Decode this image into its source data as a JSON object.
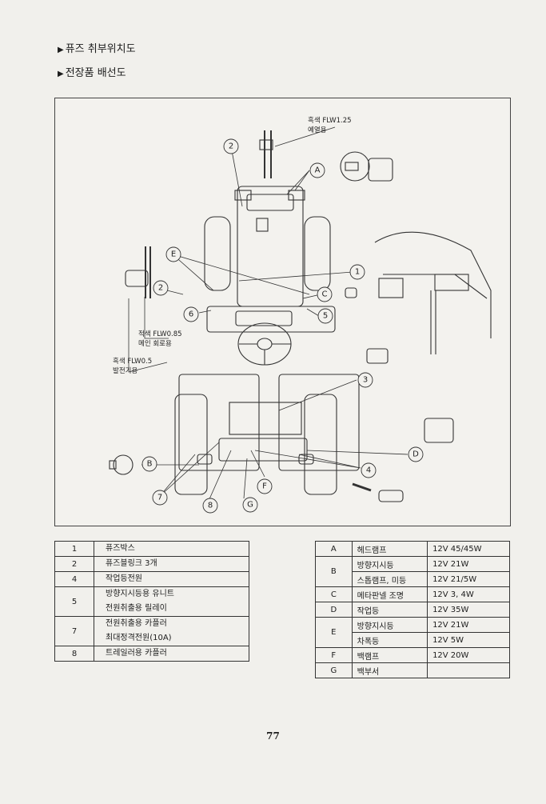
{
  "headings": [
    "퓨즈 취부위치도",
    "전장품 배선도"
  ],
  "diagram": {
    "annotations": {
      "black_125": "흑색 FLW1.25",
      "preheat": "예열용",
      "red_085": "적색 FLW0.85",
      "main_circuit": "메인 회로용",
      "black_05": "흑색 FLW0.5",
      "generator": "발전기용"
    },
    "callouts": {
      "c1": "1",
      "c2a": "2",
      "c2b": "2",
      "c3": "3",
      "c4": "4",
      "c5": "5",
      "c6": "6",
      "c7": "7",
      "c8": "8",
      "cA": "A",
      "cB": "B",
      "cC": "C",
      "cD": "D",
      "cE": "E",
      "cF": "F",
      "cG": "G"
    }
  },
  "fuse_table": {
    "rows": [
      {
        "no": "1",
        "lines": [
          "퓨즈박스"
        ]
      },
      {
        "no": "2",
        "lines": [
          "퓨즈블링크 3개"
        ]
      },
      {
        "no": "4",
        "lines": [
          "작업등전원"
        ]
      },
      {
        "no": "5",
        "lines": [
          "방향지시등용 유니트",
          "전원취출용 릴레이"
        ]
      },
      {
        "no": "7",
        "lines": [
          "전원취출용 카플러",
          "최대정격전원(10A)"
        ]
      },
      {
        "no": "8",
        "lines": [
          "트레일러용 카플러"
        ]
      }
    ]
  },
  "lamp_table": {
    "rows": [
      {
        "code": "A",
        "items": [
          {
            "name": "헤드램프",
            "spec": "12V 45/45W"
          }
        ]
      },
      {
        "code": "B",
        "items": [
          {
            "name": "방향지시등",
            "spec": "12V 21W"
          },
          {
            "name": "스톱램프, 미등",
            "spec": "12V 21/5W"
          }
        ]
      },
      {
        "code": "C",
        "items": [
          {
            "name": "메타판넬 조명",
            "spec": "12V 3, 4W"
          }
        ]
      },
      {
        "code": "D",
        "items": [
          {
            "name": "작업등",
            "spec": "12V 35W"
          }
        ]
      },
      {
        "code": "E",
        "items": [
          {
            "name": "방향지시등",
            "spec": "12V 21W"
          },
          {
            "name": "차폭등",
            "spec": "12V 5W"
          }
        ]
      },
      {
        "code": "F",
        "items": [
          {
            "name": "백램프",
            "spec": "12V 20W"
          }
        ]
      },
      {
        "code": "G",
        "items": [
          {
            "name": "백부서",
            "spec": ""
          }
        ]
      }
    ]
  },
  "page_number": "77"
}
